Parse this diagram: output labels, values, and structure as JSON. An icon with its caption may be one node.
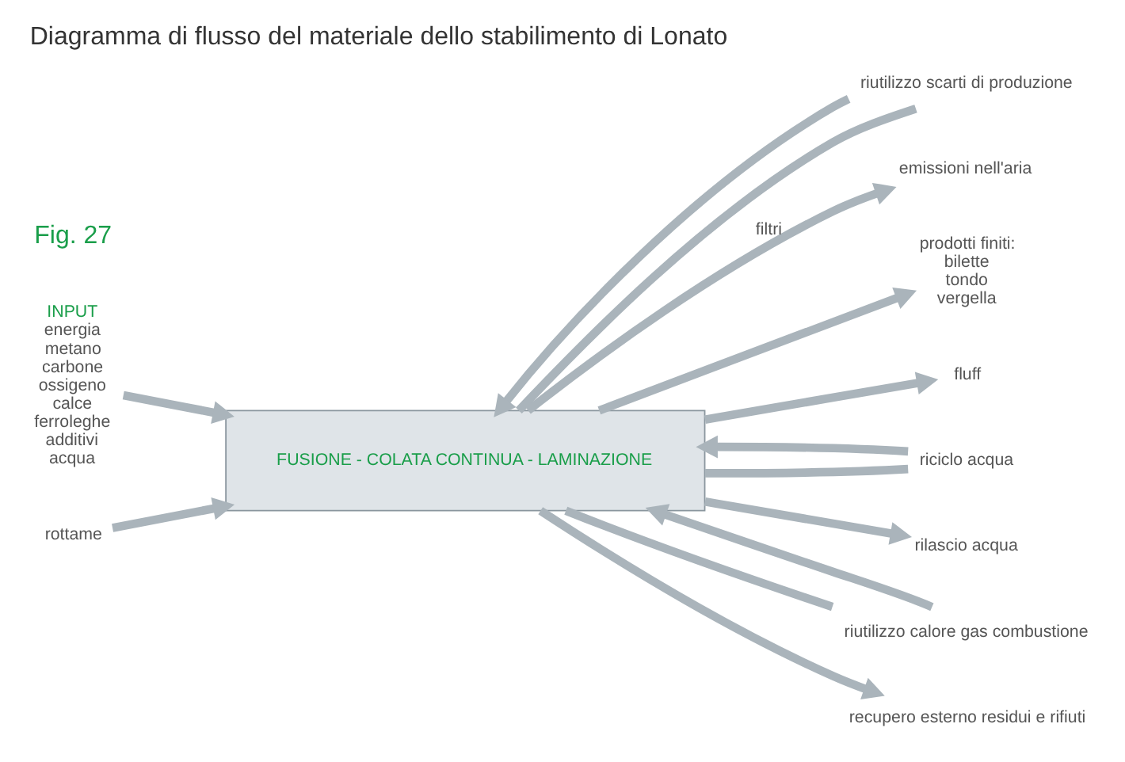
{
  "diagram": {
    "title": "Diagramma di flusso del materiale dello stabilimento di Lonato",
    "nodes": [
      {
        "text": [
          "FUSIONE - COLATA CONTINUA - LAMINAZIONE"
        ]
      },
      {
        "text": [
          "riutilizzo scarti di produzione"
        ]
      },
      {
        "text": [
          "emissioni nell'aria"
        ]
      },
      {
        "text": [
          "INPUT",
          "energia",
          "metano",
          "carbone",
          "ossigeno",
          "calce",
          "ferroleghe",
          "additivi",
          "acqua"
        ]
      },
      {
        "text": [
          "rottame"
        ]
      },
      {
        "text": [
          "prodotti finiti:",
          "bilette",
          "tondo",
          "vergella"
        ]
      },
      {
        "text": [
          "fluff"
        ]
      },
      {
        "text": [
          "riciclo acqua"
        ]
      },
      {
        "text": [
          "rilascio acqua"
        ]
      },
      {
        "text": [
          "riutilizzo calore gas combustione"
        ]
      },
      {
        "text": [
          "recupero esterno residui e rifiuti"
        ]
      }
    ],
    "edges": [
      {
        "from": 3,
        "to": 0,
        "arrow": "to"
      },
      {
        "from": 4,
        "to": 0,
        "arrow": "to"
      },
      {
        "from": 0,
        "to": 1,
        "arrow": "none"
      },
      {
        "from": 1,
        "to": 0,
        "arrow": "to"
      },
      {
        "from": 0,
        "to": 2,
        "arrow": "to",
        "label": "filtri"
      },
      {
        "from": 0,
        "to": 5,
        "arrow": "to"
      },
      {
        "from": 0,
        "to": 7,
        "arrow": "none"
      },
      {
        "from": 7,
        "to": 0,
        "arrow": "to"
      },
      {
        "from": 0,
        "to": 8,
        "arrow": "to"
      },
      {
        "from": 0,
        "to": 9,
        "arrow": "none"
      },
      {
        "from": 9,
        "to": 0,
        "arrow": "to"
      },
      {
        "from": 0,
        "to": 6,
        "arrow": "to"
      },
      {
        "from": 0,
        "to": 10,
        "arrow": "to"
      }
    ],
    "labels": [
      "Fig. 27"
    ]
  }
}
